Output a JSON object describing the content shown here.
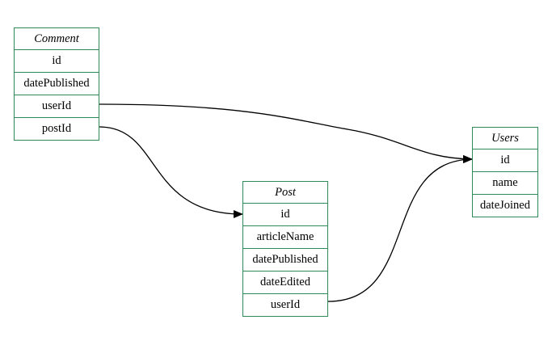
{
  "diagram": {
    "entities": {
      "comment": {
        "title": "Comment",
        "fields": [
          "id",
          "datePublished",
          "userId",
          "postId"
        ]
      },
      "users": {
        "title": "Users",
        "fields": [
          "id",
          "name",
          "dateJoined"
        ]
      },
      "post": {
        "title": "Post",
        "fields": [
          "id",
          "articleName",
          "datePublished",
          "dateEdited",
          "userId"
        ]
      }
    },
    "relations": [
      {
        "from": "Comment.userId",
        "to": "Users.id"
      },
      {
        "from": "Comment.postId",
        "to": "Post.id"
      },
      {
        "from": "Post.userId",
        "to": "Users.id"
      }
    ],
    "colors": {
      "entity_border": "#2e8b57",
      "edge": "#000000"
    }
  }
}
